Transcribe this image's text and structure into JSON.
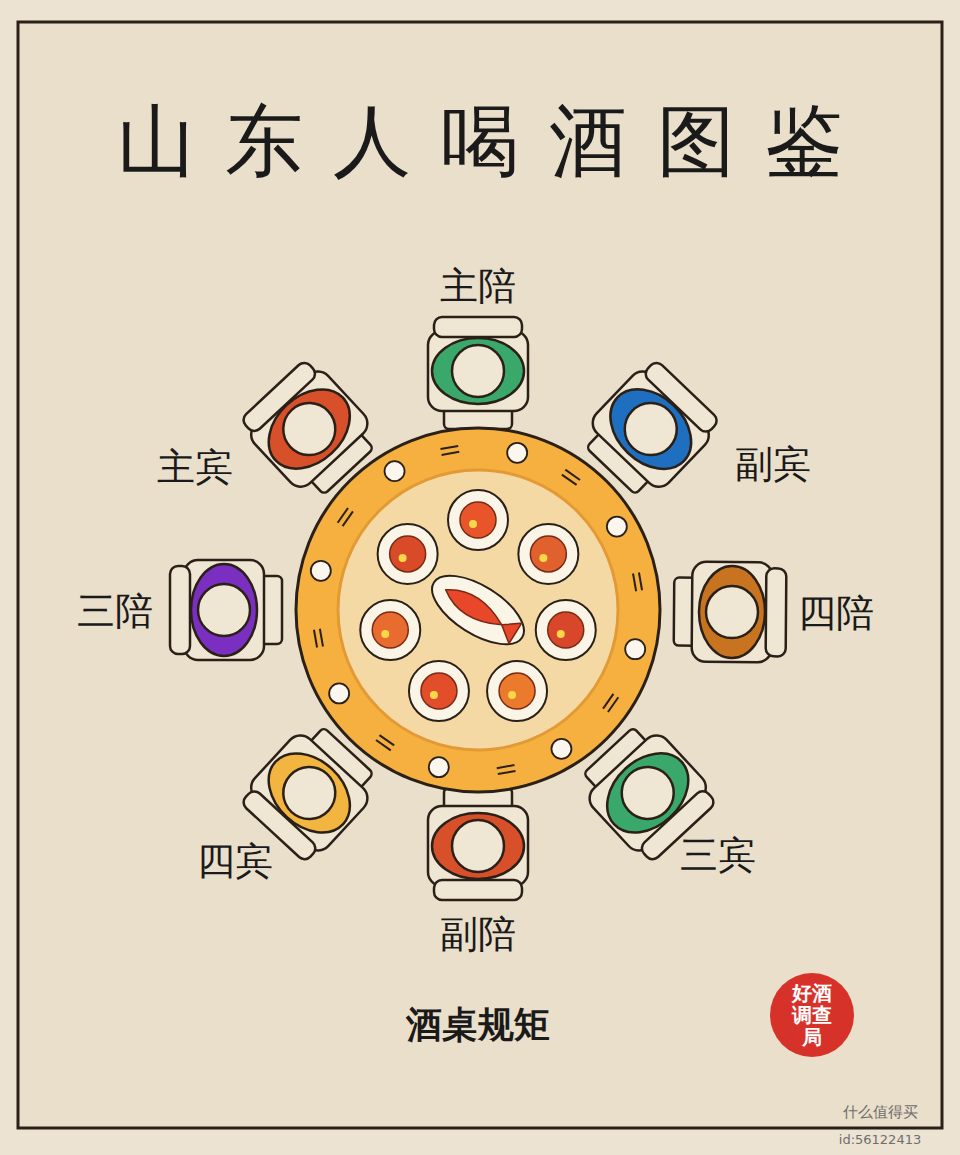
{
  "diagram": {
    "title": "山东人喝酒图鉴",
    "caption": "酒桌规矩",
    "labels": [
      "主陪",
      "副宾",
      "四陪",
      "三宾",
      "副陪",
      "四宾",
      "三陪",
      "主宾",
      "好酒调查局",
      "什么值得买",
      "id:56122413"
    ]
  }
}
